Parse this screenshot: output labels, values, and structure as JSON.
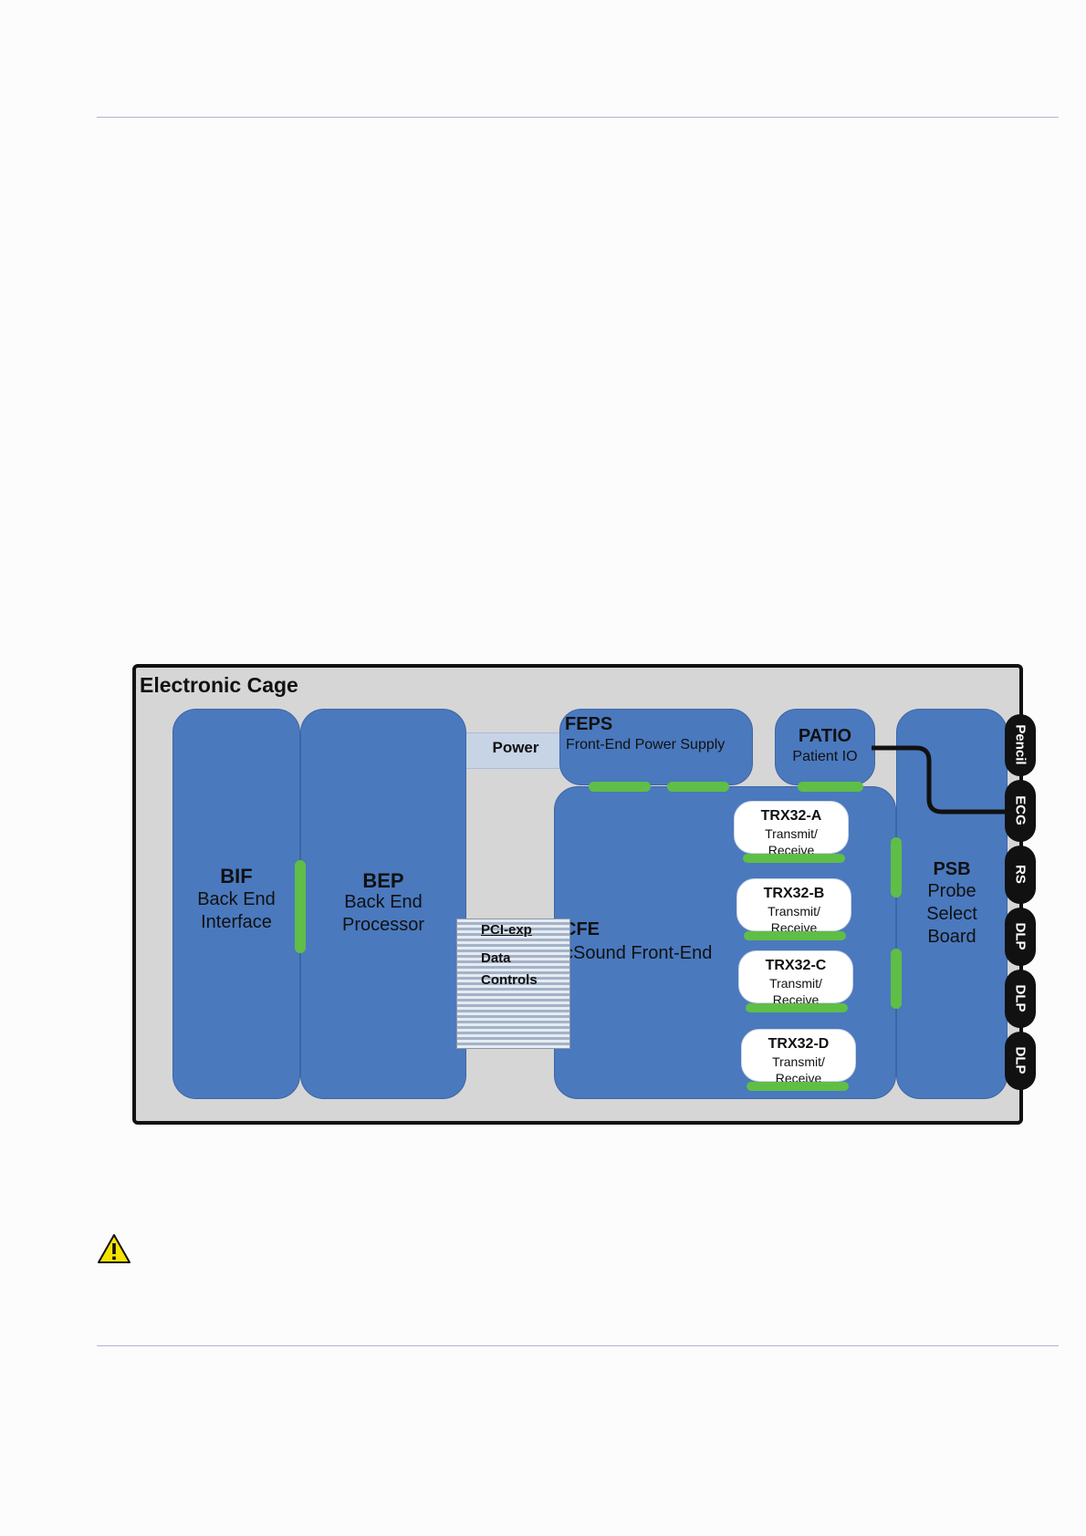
{
  "cage_title": "Electronic Cage",
  "bif": {
    "abbr": "BIF",
    "line1": "Back End",
    "line2": "Interface"
  },
  "bep": {
    "abbr": "BEP",
    "line1": "Back End",
    "line2": "Processor"
  },
  "power_label": "Power",
  "feps": {
    "abbr": "FEPS",
    "desc": "Front-End Power Supply"
  },
  "patio": {
    "abbr": "PATIO",
    "desc": "Patient IO"
  },
  "cfe": {
    "abbr": "CFE",
    "desc": "cSound Front-End"
  },
  "pci": {
    "line1": "PCI-exp",
    "line2": "Data",
    "line3": "Controls"
  },
  "psb": {
    "abbr": "PSB",
    "line1": "Probe",
    "line2": "Select",
    "line3": "Board"
  },
  "trx": [
    {
      "name": "TRX32-A",
      "line1": "Transmit/",
      "line2": "Receive"
    },
    {
      "name": "TRX32-B",
      "line1": "Transmit/",
      "line2": "Receive"
    },
    {
      "name": "TRX32-C",
      "line1": "Transmit/",
      "line2": "Receive"
    },
    {
      "name": "TRX32-D",
      "line1": "Transmit/",
      "line2": "Receive"
    }
  ],
  "connectors": [
    "Pencil",
    "ECG",
    "RS",
    "DLP",
    "DLP",
    "DLP"
  ],
  "colors": {
    "board_blue": "#4a79be",
    "connector_green": "#5fbe46",
    "cage_gray": "#d6d6d6",
    "warning_yellow": "#f5e400"
  },
  "icons": {
    "warning": "warning-triangle-icon"
  }
}
